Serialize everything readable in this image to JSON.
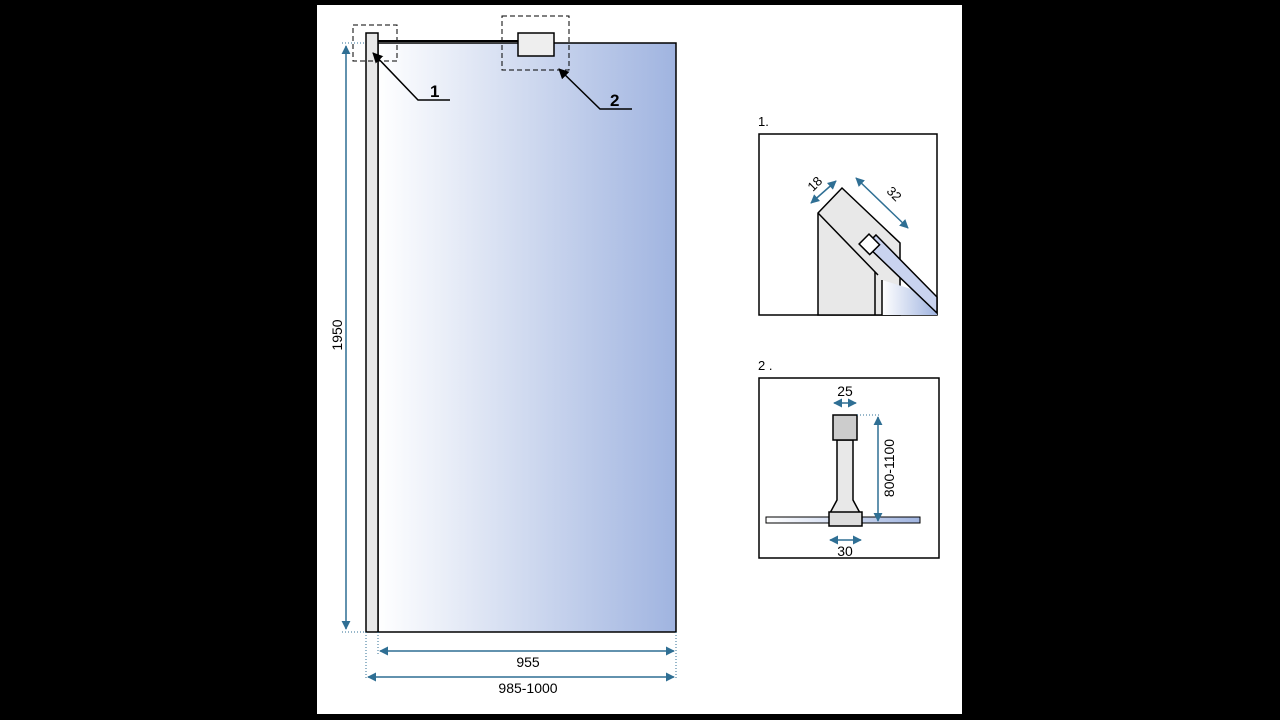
{
  "colors": {
    "dimension": "#2f6f94",
    "glass_light": "#ffffff",
    "glass_dark": "#a0b4e0",
    "profile": "#e8e8e8"
  },
  "main_view": {
    "callout_1": "1",
    "callout_2": "2",
    "height_dim": "1950",
    "glass_width_dim": "955",
    "total_width_dim": "985-1000"
  },
  "detail_1": {
    "label": "1.",
    "dim_a": "18",
    "dim_b": "32"
  },
  "detail_2": {
    "label": "2 .",
    "dim_top": "25",
    "dim_height": "800-1100",
    "dim_base": "30"
  }
}
